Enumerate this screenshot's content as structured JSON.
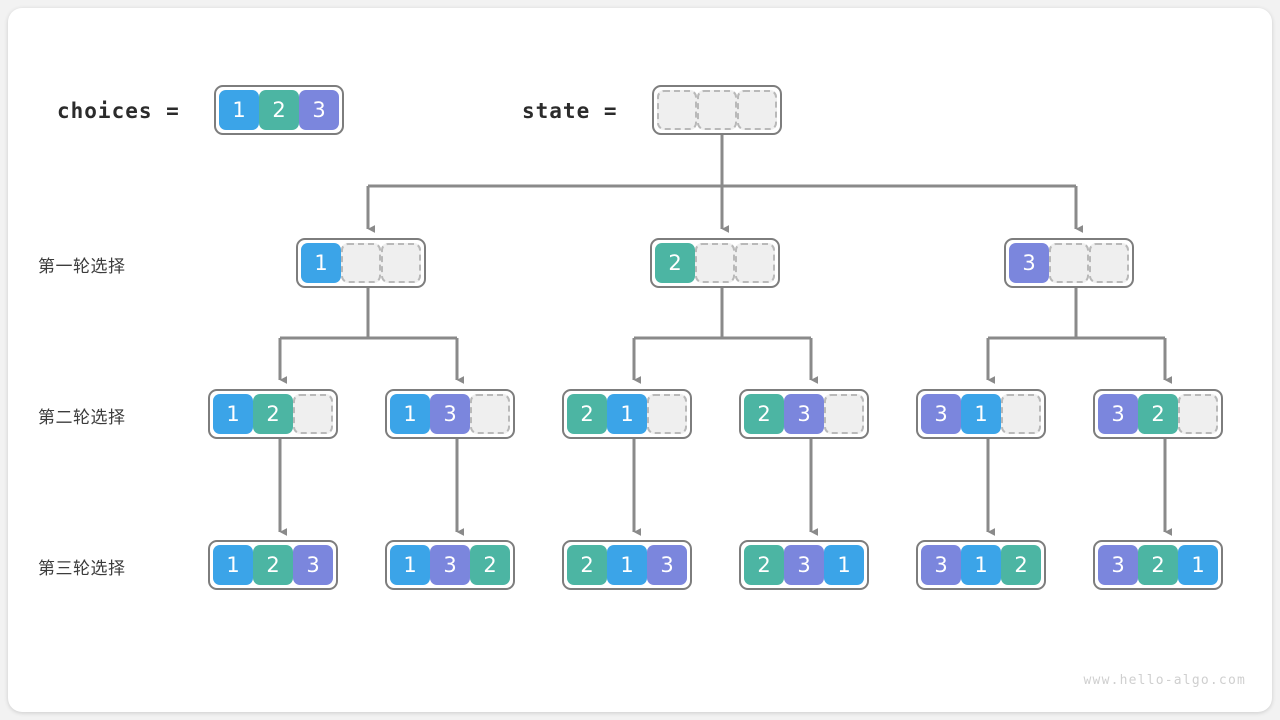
{
  "page": {
    "watermark": "www.hello-algo.com",
    "background": "#f2f2f2",
    "panel_background": "#ffffff",
    "wire_color": "#8a8a8a"
  },
  "palette": {
    "value_1": "#3ba4e8",
    "value_2": "#4cb5a3",
    "value_3": "#7b86dd",
    "empty_cell": "#efefef",
    "empty_border": "#b9b9b9",
    "array_border": "#7d7d7d"
  },
  "legend": {
    "choices_label": "choices =",
    "choices_values": [
      "1",
      "2",
      "3"
    ],
    "state_label": "state =",
    "state_values": [
      "",
      "",
      ""
    ]
  },
  "rows": [
    {
      "label": "第一轮选择"
    },
    {
      "label": "第二轮选择"
    },
    {
      "label": "第三轮选择"
    }
  ],
  "level1": [
    {
      "cells": [
        "1",
        "",
        ""
      ]
    },
    {
      "cells": [
        "2",
        "",
        ""
      ]
    },
    {
      "cells": [
        "3",
        "",
        ""
      ]
    }
  ],
  "level2": [
    {
      "cells": [
        "1",
        "2",
        ""
      ]
    },
    {
      "cells": [
        "1",
        "3",
        ""
      ]
    },
    {
      "cells": [
        "2",
        "1",
        ""
      ]
    },
    {
      "cells": [
        "2",
        "3",
        ""
      ]
    },
    {
      "cells": [
        "3",
        "1",
        ""
      ]
    },
    {
      "cells": [
        "3",
        "2",
        ""
      ]
    }
  ],
  "level3": [
    {
      "cells": [
        "1",
        "2",
        "3"
      ]
    },
    {
      "cells": [
        "1",
        "3",
        "2"
      ]
    },
    {
      "cells": [
        "2",
        "1",
        "3"
      ]
    },
    {
      "cells": [
        "2",
        "3",
        "1"
      ]
    },
    {
      "cells": [
        "3",
        "1",
        "2"
      ]
    },
    {
      "cells": [
        "3",
        "2",
        "1"
      ]
    }
  ]
}
